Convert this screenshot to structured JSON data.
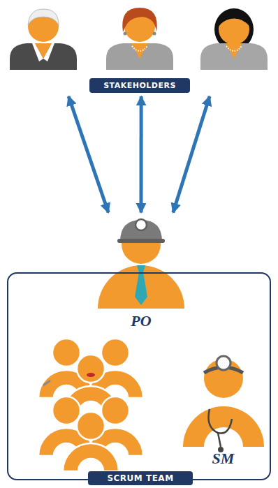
{
  "diagram": {
    "nodes": [
      {
        "text": [
          "STAKEHOLDERS"
        ]
      },
      {
        "text": [
          "SCRUM TEAM"
        ]
      },
      {
        "text": [
          "PO"
        ],
        "in": 1
      },
      {
        "text": [
          "SM"
        ],
        "in": 1
      }
    ],
    "edges": [
      {
        "from": 0,
        "to": 2,
        "arrow": "both"
      },
      {
        "from": 0,
        "to": 2,
        "arrow": "both"
      },
      {
        "from": 0,
        "to": 2,
        "arrow": "both"
      }
    ]
  }
}
